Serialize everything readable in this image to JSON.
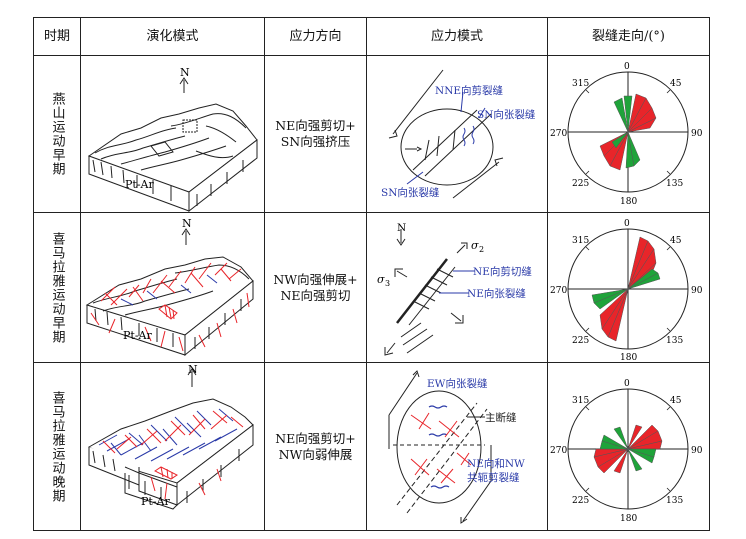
{
  "header": {
    "period": "时期",
    "evolution": "演化模式",
    "stress_dir": "应力方向",
    "stress_mode": "应力模式",
    "fracture": "裂缝走向/(°)"
  },
  "rows": [
    {
      "period": "燕山运动早期",
      "stress_line1": "NE向强剪切+",
      "stress_line2": "SN向强挤压",
      "block_north": "N",
      "block_label": "Pt-Ar",
      "labels": [
        "NNE向剪裂缝",
        "SN向张裂缝",
        "SN向张裂缝"
      ]
    },
    {
      "period": "喜马拉雅运动早期",
      "stress_line1": "NW向强伸展+",
      "stress_line2": "NE向强剪切",
      "block_north": "N",
      "block_label": "Pt-Ar",
      "labels": [
        "NE向剪切缝",
        "NE向张裂缝",
        "N",
        "σ",
        "2",
        "σ",
        "3"
      ]
    },
    {
      "period": "喜马拉雅运动晚期",
      "stress_line1": "NE向强剪切+",
      "stress_line2": "NW向弱伸展",
      "block_north": "N",
      "block_label": "Pt-Ar",
      "labels": [
        "EW向张裂缝",
        "主断缝",
        "NE向和NW",
        "共轭剪裂缝"
      ]
    }
  ],
  "rose_ticks": [
    "0",
    "45",
    "90",
    "135",
    "180",
    "225",
    "270",
    "315"
  ],
  "colors": {
    "red": "#e8252a",
    "green": "#1fa33a",
    "blue": "#2a3aa8"
  }
}
